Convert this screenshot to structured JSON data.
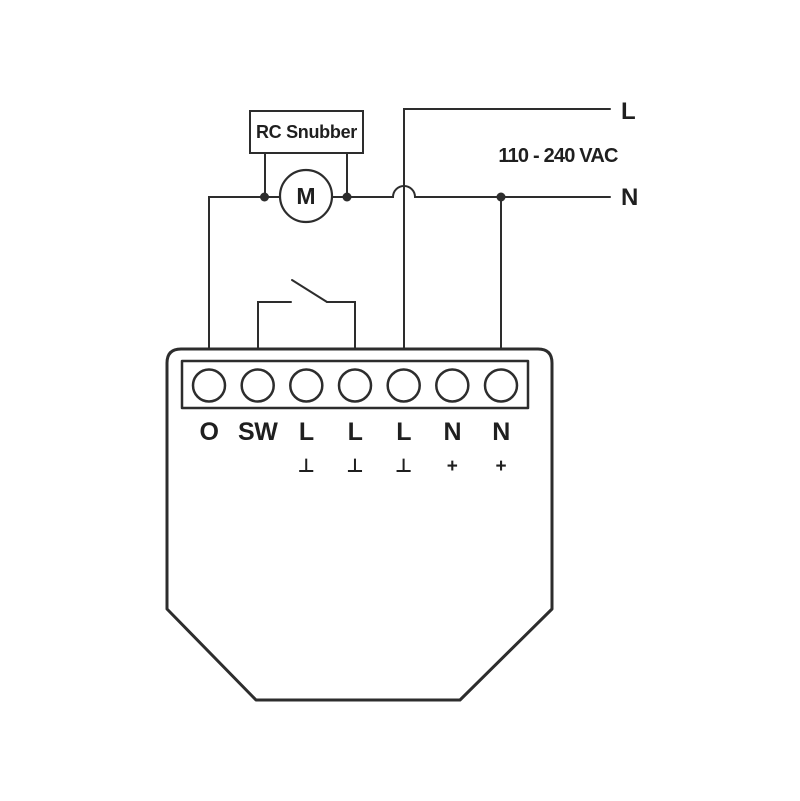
{
  "diagram": {
    "rc_snubber": {
      "label": "RC Snubber"
    },
    "motor": {
      "label": "M"
    },
    "supply": {
      "line_label": "L",
      "neutral_label": "N",
      "voltage": "110 - 240 VAC"
    },
    "terminals": [
      {
        "label": "O",
        "symbol": ""
      },
      {
        "label": "SW",
        "symbol": ""
      },
      {
        "label": "L",
        "symbol": "⊥"
      },
      {
        "label": "L",
        "symbol": "⊥"
      },
      {
        "label": "L",
        "symbol": "⊥"
      },
      {
        "label": "N",
        "symbol": "+"
      },
      {
        "label": "N",
        "symbol": "+"
      }
    ]
  },
  "colors": {
    "stroke": "#2d2d2d",
    "text": "#1f1f1f",
    "background": "#ffffff"
  }
}
